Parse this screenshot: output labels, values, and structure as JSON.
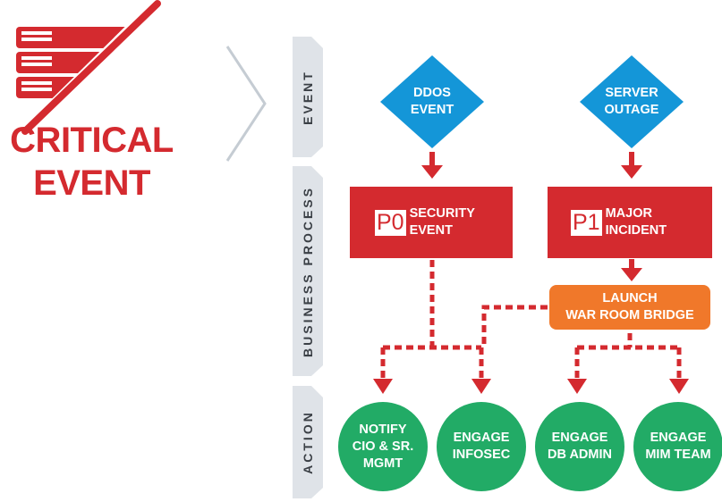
{
  "critical": {
    "title_line1": "CRITICAL",
    "title_line2": "EVENT",
    "icon": "server-rack-crossed-icon"
  },
  "lanes": {
    "event": "EVENT",
    "business_process": "BUSINESS PROCESS",
    "action": "ACTION"
  },
  "events": [
    {
      "line1": "DDOS",
      "line2": "EVENT"
    },
    {
      "line1": "SERVER",
      "line2": "OUTAGE"
    }
  ],
  "processes": [
    {
      "code": "P0",
      "line1": "SECURITY",
      "line2": "EVENT"
    },
    {
      "code": "P1",
      "line1": "MAJOR",
      "line2": "INCIDENT"
    }
  ],
  "war_room": {
    "line1": "LAUNCH",
    "line2": "WAR ROOM BRIDGE"
  },
  "actions": [
    {
      "line1": "NOTIFY",
      "line2": "CIO & SR.",
      "line3": "MGMT"
    },
    {
      "line1": "ENGAGE",
      "line2": "INFOSEC"
    },
    {
      "line1": "ENGAGE",
      "line2": "DB ADMIN"
    },
    {
      "line1": "ENGAGE",
      "line2": "MIM TEAM"
    }
  ],
  "colors": {
    "red": "#d42a2f",
    "blue": "#1496d8",
    "orange": "#f0782a",
    "green": "#22ab66",
    "lane_gray": "#dfe3e8",
    "chevron_gray": "#c5ccd3"
  }
}
